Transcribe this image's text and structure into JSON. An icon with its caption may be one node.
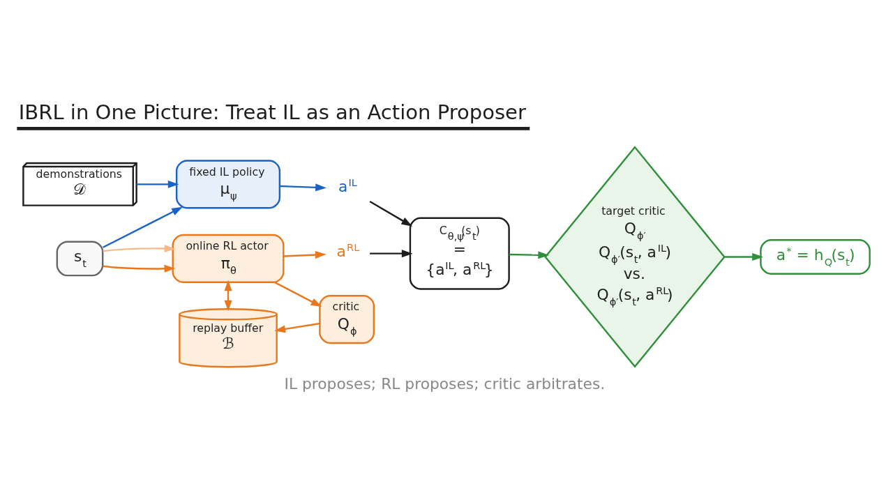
{
  "diagram": {
    "title": "IBRL in One Picture: Treat IL as an Action Proposer",
    "caption": "IL proposes; RL proposes; critic arbitrates.",
    "nodes": [
      {
        "text": [
          "demonstrations",
          "𝒟"
        ]
      },
      {
        "text": [
          "fixed IL policy",
          "μ$_{ψ}$"
        ]
      },
      {
        "text": [
          "s$_{t}$"
        ]
      },
      {
        "text": [
          "online RL actor",
          "π$_{θ}$"
        ]
      },
      {
        "text": [
          "replay buffer",
          "ℬ"
        ]
      },
      {
        "text": [
          "critic",
          "Q$_{ϕ}$"
        ]
      },
      {
        "text": [
          "a$^{IL}$"
        ]
      },
      {
        "text": [
          "a$^{RL}$"
        ]
      },
      {
        "text": [
          "C$_{θ,ψ}$(s$_{t}$)",
          "=",
          "{a$^{IL}$, a$^{RL}$}"
        ]
      },
      {
        "text": [
          "target critic",
          "Q$_{ϕ′}$",
          "Q$_{ϕ′}$(s$_{t}$, a$^{IL}$)",
          "vs.",
          "Q$_{ϕ′}$(s$_{t}$, a$^{RL}$)"
        ]
      },
      {
        "text": [
          "a$^{*}$ = h$_{Q}$(s$_{t}$)"
        ]
      }
    ],
    "edges": [
      {
        "from": 0,
        "to": 1,
        "arrow": "to",
        "color": "#1a62c4"
      },
      {
        "from": 2,
        "to": 1,
        "arrow": "to",
        "color": "#1a62c4"
      },
      {
        "from": 1,
        "to": 6,
        "arrow": "to",
        "color": "#1a62c4"
      },
      {
        "from": 2,
        "to": 3,
        "arrow": "to"
      },
      {
        "from": 2,
        "to": 3,
        "arrow": "to",
        "color": "#f5b98c"
      },
      {
        "from": 3,
        "to": 7,
        "arrow": "to"
      },
      {
        "from": 4,
        "to": 3,
        "arrow": "both"
      },
      {
        "from": 3,
        "to": 5,
        "arrow": "to"
      },
      {
        "from": 5,
        "to": 4,
        "arrow": "to"
      },
      {
        "from": 6,
        "to": 8,
        "arrow": "to",
        "color": "#1e1e1e"
      },
      {
        "from": 7,
        "to": 8,
        "arrow": "to",
        "color": "#1e1e1e"
      },
      {
        "from": 8,
        "to": 9,
        "arrow": "to",
        "color": "#2f8f3a"
      },
      {
        "from": 9,
        "to": 10,
        "arrow": "to",
        "color": "#2f8f3a"
      }
    ]
  }
}
